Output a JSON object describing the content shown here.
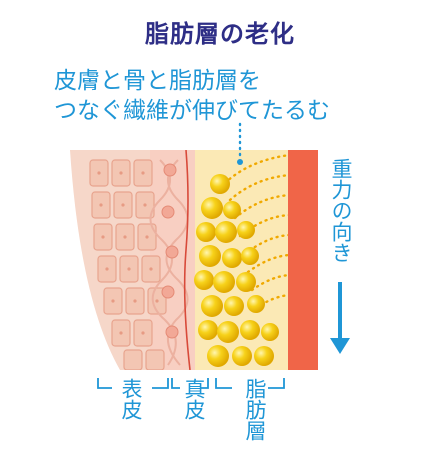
{
  "title": "脂肪層の老化",
  "caption": {
    "line1": "皮膚と骨と脂肪層を",
    "line2": "つなぐ繊維が伸びてたるむ"
  },
  "gravity_label": "重力の向き",
  "layers": {
    "epidermis": "表皮",
    "dermis": "真皮",
    "fat": "脂肪層"
  },
  "colors": {
    "title": "#2e2e86",
    "accent_blue": "#1f96d6",
    "epidermis": "#f6d7c9",
    "dermis": "#f8cfc2",
    "fat_bg": "#fbe9b5",
    "fat_globule": "#f2c200",
    "bone": "#f06548",
    "fiber": "#f0a900"
  }
}
